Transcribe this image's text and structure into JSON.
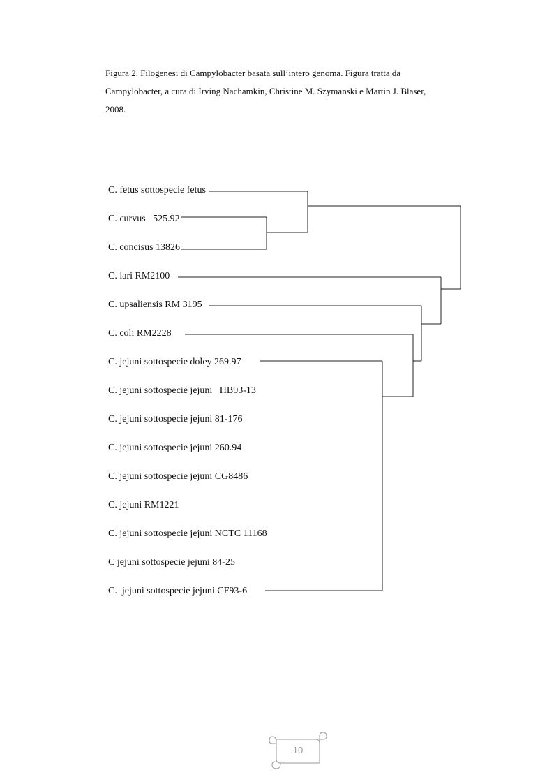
{
  "caption": {
    "line1": "Figura 2. Filogenesi di Campylobacter  basata sull’intero genoma. Figura tratta da",
    "line2": "Campylobacter, a cura di Irving Nachamkin, Christine M. Szymanski e Martin J. Blaser,",
    "line3": "2008."
  },
  "tree": {
    "taxa": [
      "C. fetus sottospecie fetus",
      "C. curvus   525.92",
      "C. concisus 13826",
      "C. lari RM2100",
      "C. upsaliensis RM 3195",
      "C. coli RM2228",
      "C. jejuni sottospecie doley 269.97",
      "C. jejuni sottospecie jejuni   HB93-13",
      "C. jejuni sottospecie jejuni 81-176",
      "C. jejuni sottospecie jejuni 260.94",
      "C. jejuni sottospecie jejuni CG8486",
      "C. jejuni RM1221",
      "C. jejuni sottospecie jejuni NCTC 11168",
      "C jejuni sottospecie jejuni 84-25",
      "C.  jejuni sottospecie jejuni CF93-6"
    ]
  },
  "footer": {
    "page_number": "10"
  }
}
